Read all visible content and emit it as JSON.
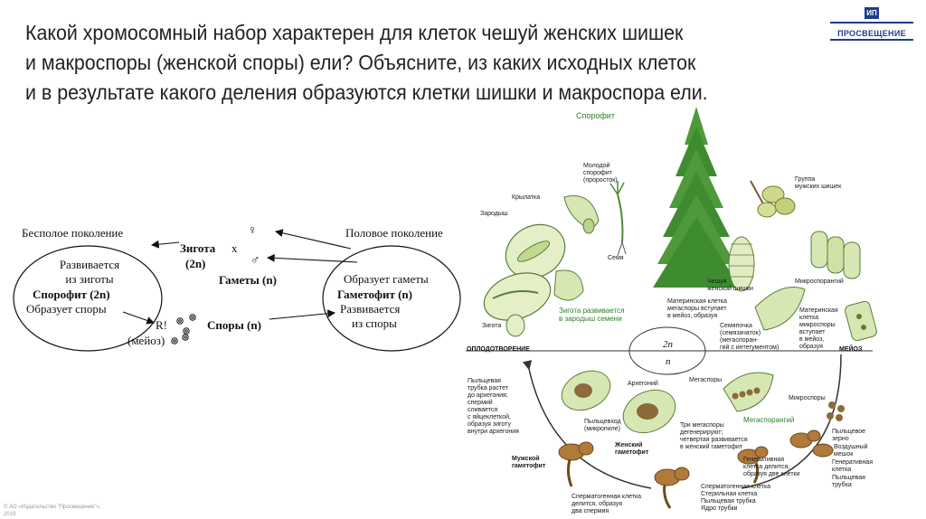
{
  "question": {
    "lines": [
      "Какой хромосомный набор характерен для клеток чешуй женских шишек",
      "и макроспоры (женской споры) ели? Объясните, из каких исходных клеток",
      "и в результате какого деления образуются клетки шишки и макроспора ели."
    ]
  },
  "logo": {
    "mark": "ИП",
    "text": "ПРОСВЕЩЕНИЕ"
  },
  "scheme": {
    "asexual_title": "Бесполое поколение",
    "sexual_title": "Половое поколение",
    "left_ellipse": [
      "Развивается",
      "из зиготы",
      "Спорофит (2n)",
      "Образует споры"
    ],
    "right_ellipse": [
      "Образует гаметы",
      "Гаметофит (n)",
      "Развивается",
      "из споры"
    ],
    "zygote": "Зигота",
    "zygote_ploidy": "(2n)",
    "cross": "x",
    "female_symbol": "♀",
    "male_symbol": "♂",
    "gametes": "Гаметы (n)",
    "meiosis_r": "R!",
    "meiosis": "(мейоз)",
    "spores": "Споры (n)"
  },
  "cycle": {
    "sporophyte": "Спорофит",
    "seedling": [
      "Молодой",
      "спорофит",
      "(проросток)"
    ],
    "wing": "Крылатка",
    "embryo": "Зародыш",
    "seed": "Семя",
    "male_cones": [
      "Группа",
      "мужских шишек"
    ],
    "scale": [
      "Чешуя",
      "женской шишки"
    ],
    "microsporangium": "Микроспорангий",
    "mother_mega": [
      "Материнская клетка",
      "мегаспоры вступает",
      "в мейоз, образуя"
    ],
    "ovule": [
      "Семяпочка",
      "(семязачаток)",
      "(мегаспоран-",
      "гий с интегументом)"
    ],
    "mother_micro": [
      "Материнская",
      "клетка",
      "микроспоры",
      "вступает",
      "в мейоз,",
      "образуя"
    ],
    "zygote_develops": [
      "Зигота развивается",
      "в зародыш семени"
    ],
    "zygote": "Зигота",
    "fertilization": "ОПЛОДОТВОРЕНИЕ",
    "meiosis": "МЕЙОЗ",
    "ploidy_2n": "2n",
    "ploidy_n": "n",
    "pollen_tube_text": [
      "Пыльцевая",
      "трубка растет",
      "до архегония;",
      "спермий",
      "сливается",
      "с яйцеклеткой,",
      "образуя зиготу",
      "внутри архегония"
    ],
    "archegonium": "Архегоний",
    "micropyle": [
      "Пыльцевход",
      "(микропиле)"
    ],
    "megaspores": "Мегаспоры",
    "megasporangium": "Мегаспорангий",
    "microspores": "Микроспоры",
    "female_gametophyte": [
      "Женский",
      "гаметофит"
    ],
    "three_megaspores": [
      "Три мегаспоры",
      "дегенерируют;",
      "четвертая развивается",
      "в женский гаметофит"
    ],
    "male_gametophyte": [
      "Мужской",
      "гаметофит"
    ],
    "pollen_grain": [
      "Пыльцевое",
      "зерно"
    ],
    "air_sac": [
      "Воздушный",
      "мешок"
    ],
    "generative_cell": [
      "Генеративная",
      "клетка"
    ],
    "pollen_tube": [
      "Пыльцевая",
      "трубка"
    ],
    "generative_divides": [
      "Генеративная",
      "клетка делится,",
      "образуя две клетки"
    ],
    "spermatogenous": [
      "Сперматогенная клетка",
      "делится, образуя",
      "два спермия"
    ],
    "legend": [
      "Сперматогенная клетка",
      "Стерильная клетка",
      "Пыльцевая трубка",
      "Ядро трубки"
    ]
  },
  "copyright": [
    "© АО «Издательство \"Просвещение\"»,",
    "2019"
  ]
}
